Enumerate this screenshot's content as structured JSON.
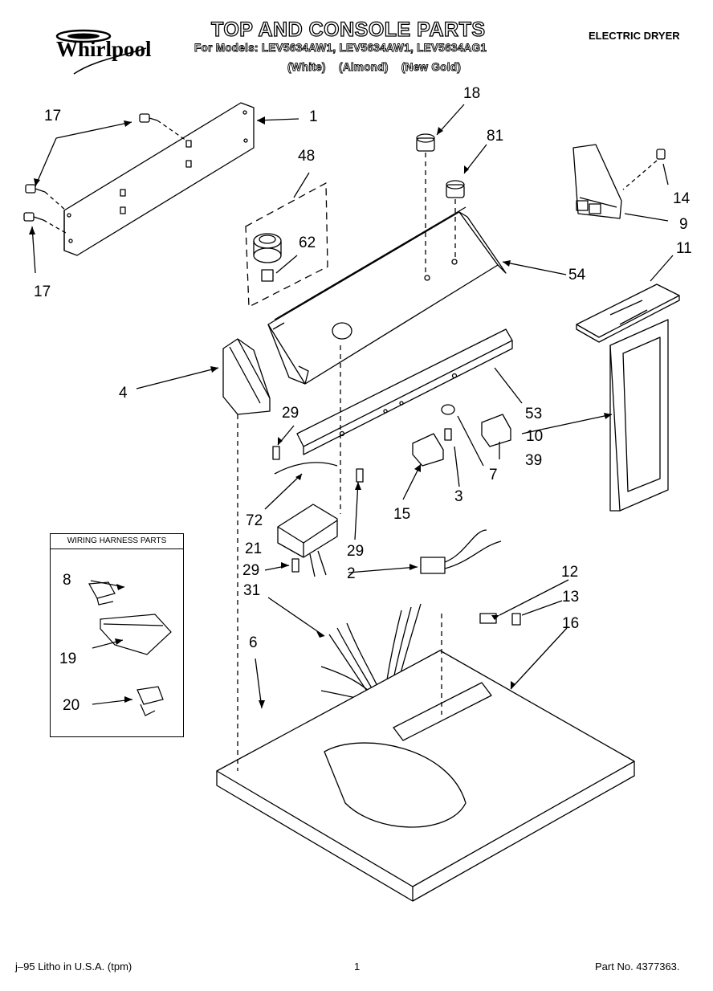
{
  "header": {
    "title": "TOP AND CONSOLE PARTS",
    "models_line": "For Models: LEV5634AW1, LEV5634AW1, LEV5634AG1",
    "colors_line": "(White)    (Almond)    (New Gold)",
    "product": "ELECTRIC DRYER",
    "logo": "Whirlpool"
  },
  "footer": {
    "print_info": "j–95 Litho in U.S.A. (tpm)",
    "page_number": "1",
    "part_number": "Part No. 4377363."
  },
  "inset": {
    "title": "WIRING HARNESS PARTS"
  },
  "callouts": {
    "c1": "1",
    "c2": "2",
    "c3": "3",
    "c4": "4",
    "c6": "6",
    "c7": "7",
    "c8": "8",
    "c9": "9",
    "c10": "10",
    "c11": "11",
    "c12": "12",
    "c13": "13",
    "c14": "14",
    "c15": "15",
    "c16": "16",
    "c17a": "17",
    "c17b": "17",
    "c18": "18",
    "c19": "19",
    "c20": "20",
    "c21": "21",
    "c29a": "29",
    "c29b": "29",
    "c29c": "29",
    "c31": "31",
    "c39": "39",
    "c48": "48",
    "c53": "53",
    "c54": "54",
    "c62": "62",
    "c72": "72",
    "c81": "81"
  }
}
